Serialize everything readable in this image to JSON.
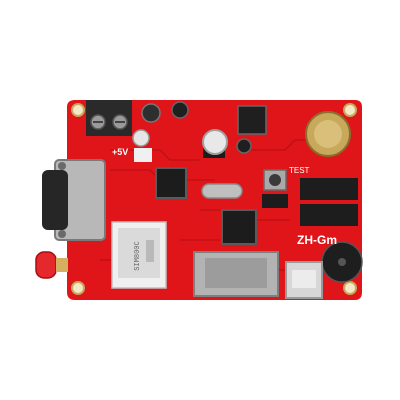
{
  "photo": {
    "subject": "red gsm controller circuit board",
    "colors": {
      "board": "#e0151a",
      "board_dark": "#b40e12",
      "silkscreen": "#ffffff",
      "chip": "#1c1c1c",
      "metal": "#c9c9c9",
      "gold": "#c8a85a",
      "background": "#ffffff"
    },
    "markings": {
      "power_label": "+5V",
      "test_label": "TEST",
      "board_label": "ZH-Gm",
      "module_label": "SIM800C"
    }
  }
}
